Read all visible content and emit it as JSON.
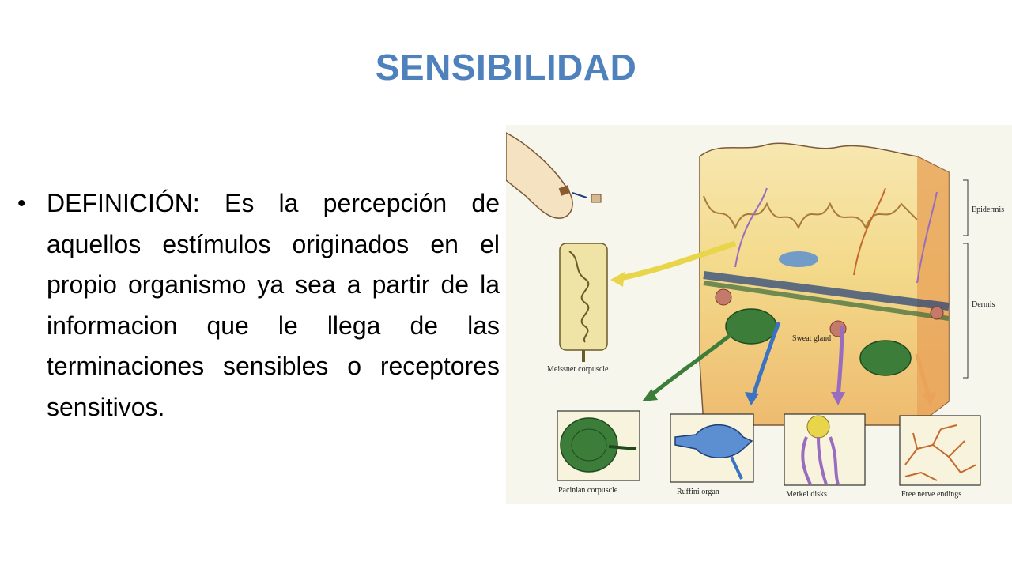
{
  "slide": {
    "title": "SENSIBILIDAD",
    "bullet": "DEFINICIÓN: Es la percepción de aquellos estímulos originados en el propio organismo ya sea a partir de la informacion que le llega de las terminaciones sensibles o receptores sensitivos."
  },
  "figure": {
    "labels": {
      "epidermis": "Epidermis",
      "dermis": "Dermis",
      "sweat_gland": "Sweat gland",
      "meissner": "Meissner corpuscle",
      "pacinian": "Pacinian corpuscle",
      "ruffini": "Ruffini organ",
      "merkel": "Merkel disks",
      "free": "Free nerve endings"
    }
  },
  "colors": {
    "title": "#4f81bd",
    "skin_yellow": "#f3d98a",
    "skin_orange": "#e9a45a",
    "pacinian_green": "#3c7d3a",
    "ruffini_blue": "#5b8fd1",
    "merkel_purple": "#9a6cc0",
    "free_orange": "#c46a2d"
  }
}
